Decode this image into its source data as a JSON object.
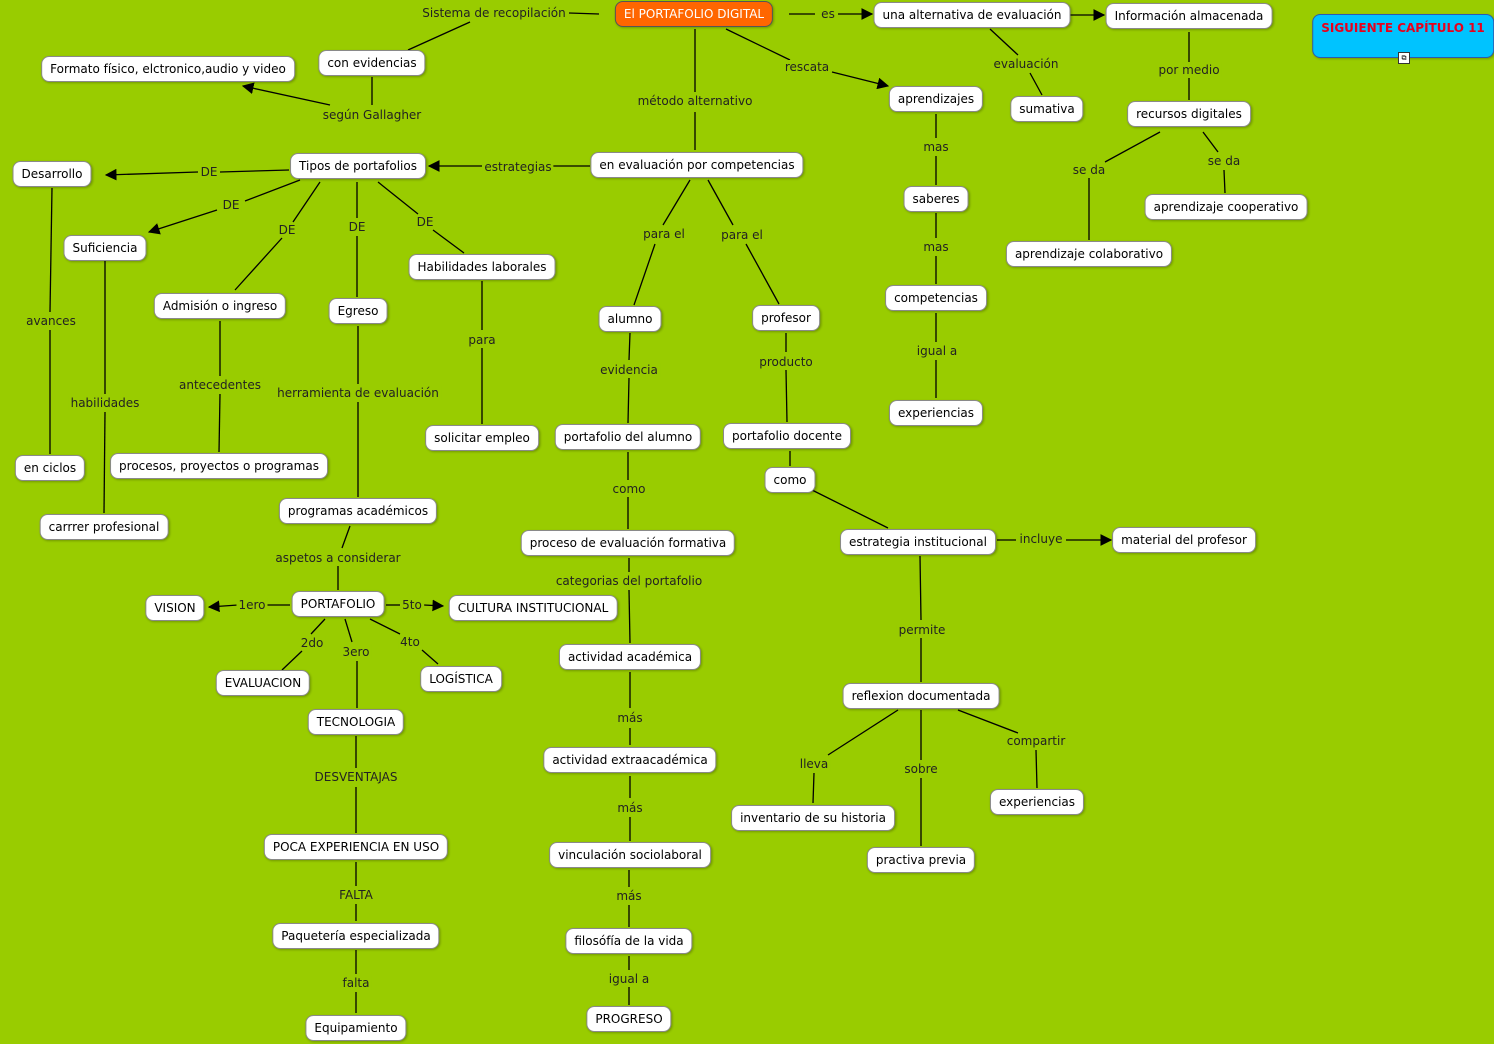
{
  "nodes": {
    "root": "El PORTAFOLIO DIGITAL",
    "alternativa": "una alternativa de evaluación",
    "informacion": "Información almacenada",
    "siguiente": "SIGUIENTE CAPÍTULO 11",
    "formato": "Formato físico, elctronico,audio y video",
    "evidencias": "con evidencias",
    "aprendizajes": "aprendizajes",
    "sumativa": "sumativa",
    "recursos": "recursos digitales",
    "desarrollo": "Desarrollo",
    "tipos": "Tipos de portafolios",
    "competencias_eval": "en evaluación por competencias",
    "saberes": "saberes",
    "cooperativo": "aprendizaje cooperativo",
    "suficiencia": "Suficiencia",
    "colaborativo": "aprendizaje colaborativo",
    "habilidades": "Habilidades laborales",
    "competencias": "competencias",
    "admision": "Admisión o ingreso",
    "egreso": "Egreso",
    "alumno": "alumno",
    "profesor": "profesor",
    "experiencias1": "experiencias",
    "solicitar": "solicitar empleo",
    "port_alumno": "portafolio del alumno",
    "port_docente": "portafolio docente",
    "ciclos": "en ciclos",
    "procesos": "procesos, proyectos o programas",
    "como_node": "como",
    "carrera": "carrrer profesional",
    "programas": "programas académicos",
    "proceso_eval": "proceso de evaluación formativa",
    "estrategia": "estrategia institucional",
    "material": "material del profesor",
    "vision": "VISION",
    "portafolio": "PORTAFOLIO",
    "cultura": "CULTURA INSTITUCIONAL",
    "actividad": "actividad académica",
    "evaluacion": "EVALUACION",
    "logistica": "LOGÍSTICA",
    "reflexion": "reflexion documentada",
    "tecnologia": "TECNOLOGIA",
    "extraacad": "actividad extraacadémica",
    "experiencias2": "experiencias",
    "inventario": "inventario de su historia",
    "poca": "POCA EXPERIENCIA EN USO",
    "vinculacion": "vinculación sociolaboral",
    "practiva": "practiva previa",
    "paqueteria": "Paquetería especializada",
    "filosofia": "filosófía de la vida",
    "equipamiento": "Equipamiento",
    "progreso": "PROGRESO"
  },
  "labels": {
    "sistema": "Sistema de recopilación",
    "es": "es",
    "evaluacion_lbl": "evaluación",
    "por_medio": "por medio",
    "rescata": "rescata",
    "segun": "según Gallagher",
    "metodo": "método alternativo",
    "mas1": "mas",
    "se_da1": "se da",
    "se_da2": "se da",
    "de1": "DE",
    "estrategias": "estrategias",
    "de2": "DE",
    "de3": "DE",
    "de4": "DE",
    "de5": "DE",
    "para_el1": "para el",
    "para_el2": "para el",
    "mas2": "mas",
    "avances": "avances",
    "para": "para",
    "igual_a1": "igual a",
    "producto": "producto",
    "evidencia": "evidencia",
    "antecedentes": "antecedentes",
    "herramienta": "herramienta de evaluación",
    "habilidades_lbl": "habilidades",
    "como_lbl": "como",
    "incluye": "incluye",
    "aspetos": "aspetos a considerar",
    "categorias": "categorias del portafolio",
    "ero1": "1ero",
    "to5": "5to",
    "permite": "permite",
    "do2": "2do",
    "ero3": "3ero",
    "to4": "4to",
    "mas3": "más",
    "compartir": "compartir",
    "lleva": "lleva",
    "sobre": "sobre",
    "desventajas": "DESVENTAJAS",
    "mas4": "más",
    "falta_upper": "FALTA",
    "mas5": "más",
    "igual_a2": "igual a",
    "falta_lower": "falta"
  },
  "colors": {
    "background": "#99cc00",
    "root_fill": "#ff6600",
    "link_button_fill": "#00c3ff",
    "link_button_text": "#e8001c"
  },
  "icons": {
    "siguiente_link": "concept-map-link-icon"
  }
}
